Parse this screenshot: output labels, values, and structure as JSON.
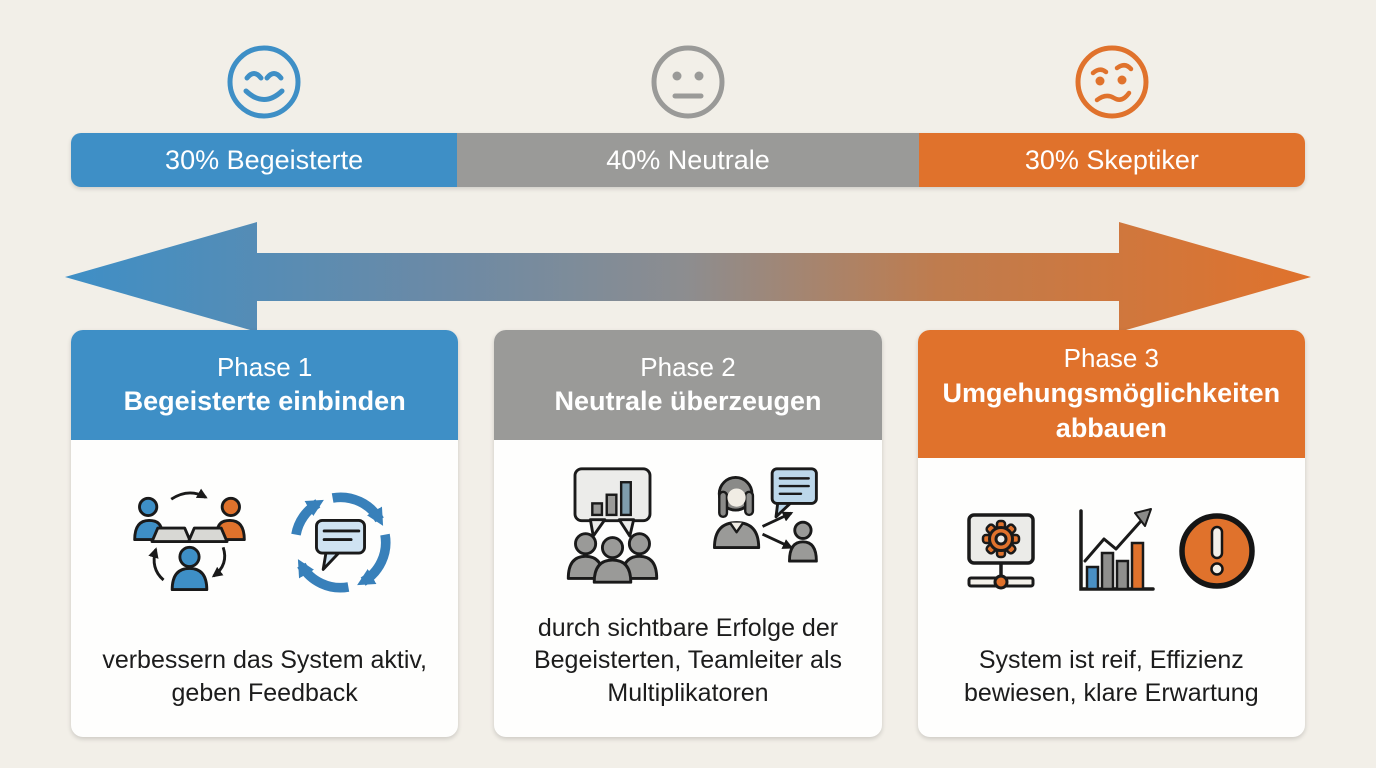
{
  "colors": {
    "background": "#f2efe8",
    "blue": "#3e8fc6",
    "gray": "#9a9a98",
    "orange": "#e0722c",
    "card_background": "#fefefd",
    "body_text": "#1c1c1c"
  },
  "faces": [
    {
      "icon": "happy-face-icon",
      "color": "#3e8fc6"
    },
    {
      "icon": "neutral-face-icon",
      "color": "#9a9a98"
    },
    {
      "icon": "skeptical-face-icon",
      "color": "#e0722c"
    }
  ],
  "audience_bar": {
    "segments": [
      {
        "label": "30% Begeisterte",
        "percent": 30,
        "group": "Begeisterte",
        "color": "#3e8fc6"
      },
      {
        "label": "40% Neutrale",
        "percent": 40,
        "group": "Neutrale",
        "color": "#9a9a98"
      },
      {
        "label": "30% Skeptiker",
        "percent": 30,
        "group": "Skeptiker",
        "color": "#e0722c"
      }
    ]
  },
  "arrow": {
    "icon": "double-headed-gradient-arrow",
    "gradient": [
      "#3e8fc6",
      "#8d8d8f",
      "#e0722c"
    ]
  },
  "phases": [
    {
      "title": "Phase 1",
      "subtitle": "Begeisterte einbinden",
      "description": "verbessern das System aktiv, geben Feedback",
      "header_color": "#3e8fc6",
      "icons": [
        "team-collaboration-icon",
        "feedback-cycle-icon"
      ]
    },
    {
      "title": "Phase 2",
      "subtitle": "Neutrale überzeugen",
      "description": "durch sichtbare Erfolge der Begeisterten, Teamleiter als Multiplikatoren",
      "header_color": "#9a9a98",
      "icons": [
        "audience-presentation-icon",
        "teamleader-multiplier-icon"
      ]
    },
    {
      "title": "Phase 3",
      "subtitle": "Umgehungsmöglichkeiten abbauen",
      "description": "System ist reif, Effizienz bewiesen, klare Erwartung",
      "header_color": "#e0722c",
      "icons": [
        "system-gear-monitor-icon",
        "growth-chart-icon",
        "warning-icon"
      ]
    }
  ]
}
